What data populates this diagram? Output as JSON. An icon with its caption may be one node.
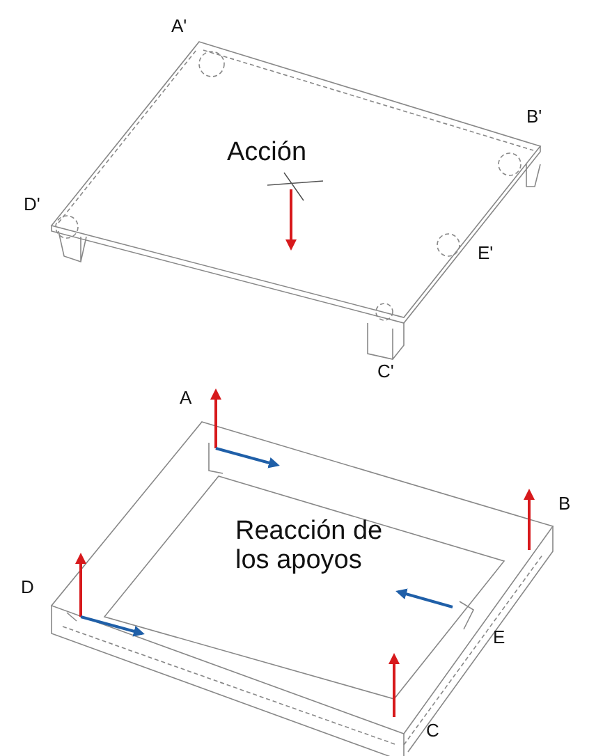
{
  "diagram": {
    "labels": [
      "A'",
      "B'",
      "Acción",
      "D'",
      "E'",
      "C'",
      "A",
      "B",
      "Reacción de los apoyos",
      "D",
      "E",
      "C"
    ]
  }
}
